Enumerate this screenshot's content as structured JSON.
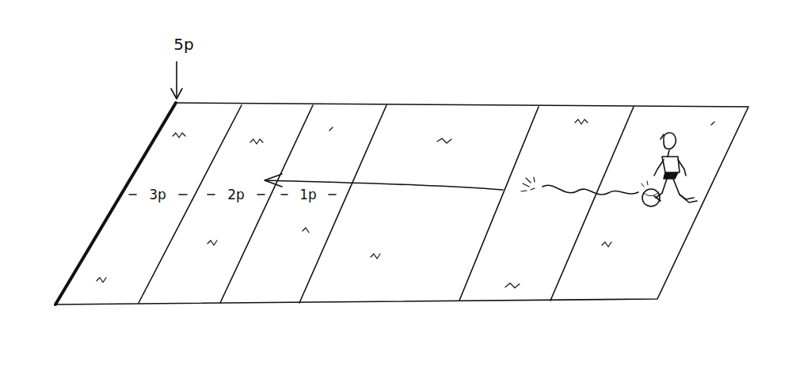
{
  "diagram": {
    "labels": [
      "5p",
      "3p",
      "2p",
      "1p"
    ]
  }
}
